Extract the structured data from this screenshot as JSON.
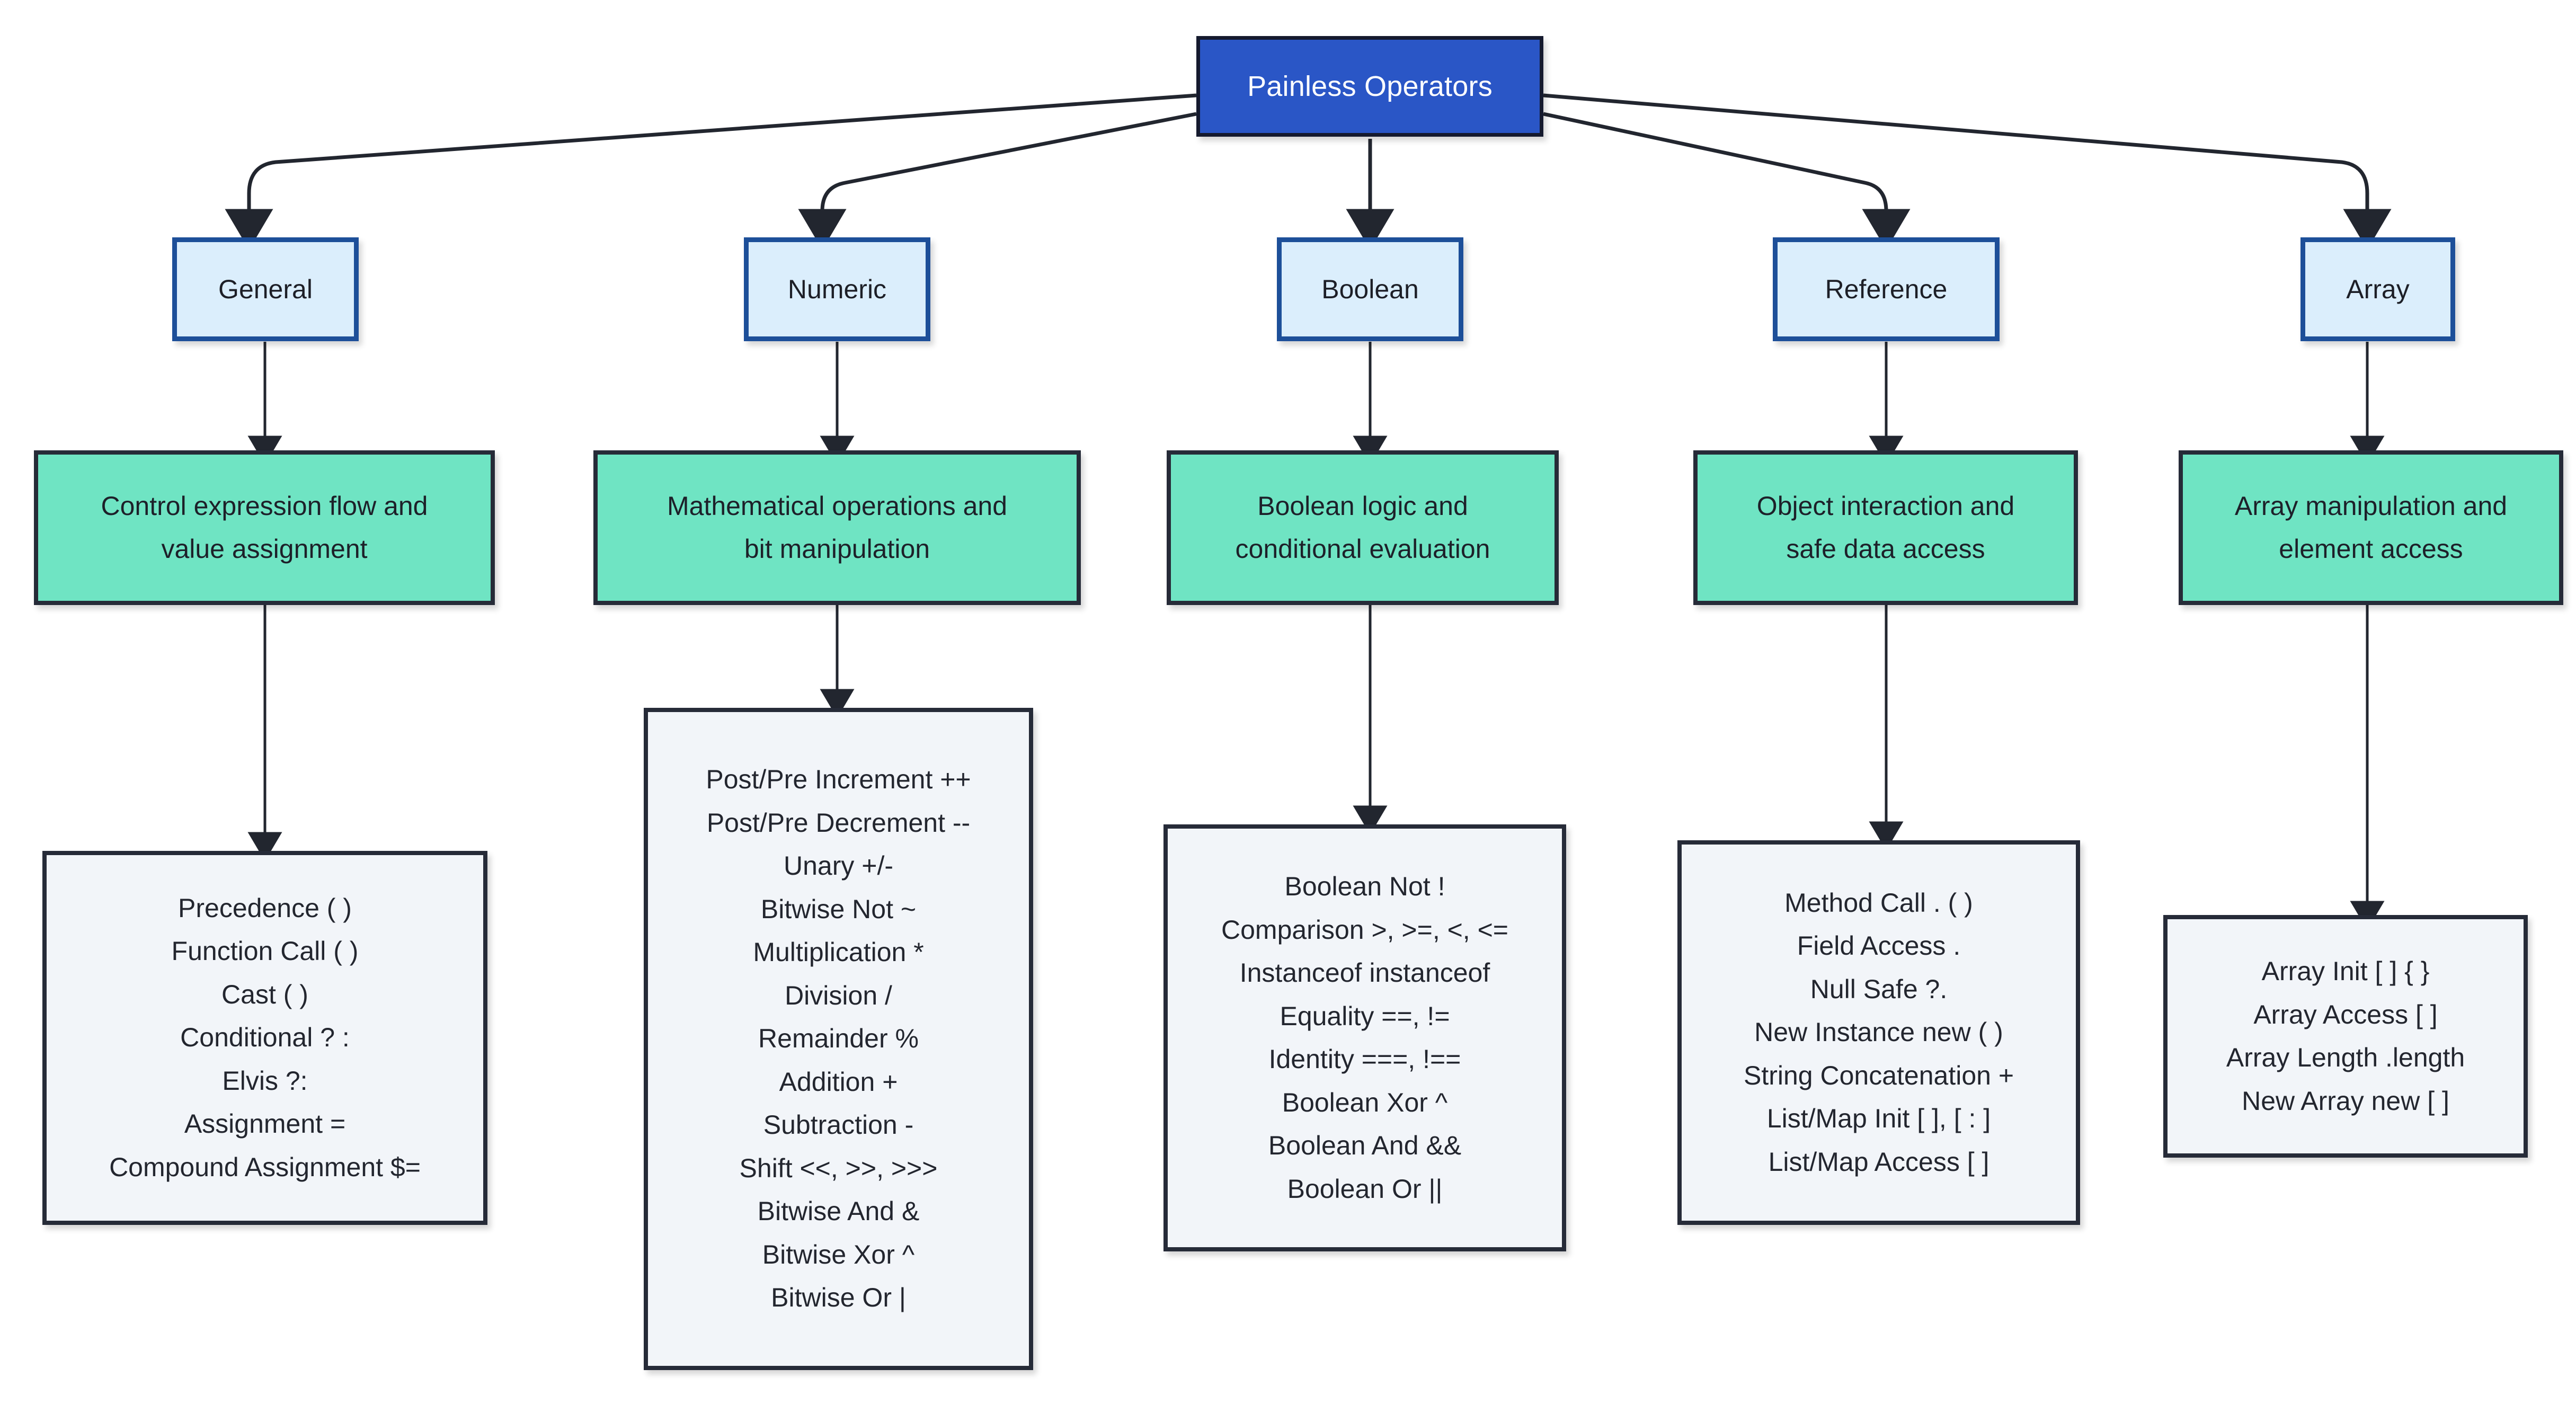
{
  "diagram": {
    "title": "Painless Operators",
    "root": {
      "label": "Painless Operators"
    },
    "colors": {
      "root_fill": "#2a56c6",
      "root_border": "#151a2e",
      "root_text": "#ffffff",
      "category_fill": "#dbeefc",
      "category_border": "#1d4f99",
      "description_fill": "#6fe4c3",
      "description_border": "#262b38",
      "list_fill": "#f2f5f9",
      "list_border": "#262b38",
      "edge": "#22262f",
      "text": "#23262f",
      "background": "#ffffff"
    },
    "branches": [
      {
        "category": "General",
        "description": [
          "Control expression flow and",
          "value assignment"
        ],
        "operators": [
          "Precedence ( )",
          "Function Call ( )",
          "Cast ( )",
          "Conditional ? :",
          "Elvis ?:",
          "Assignment =",
          "Compound Assignment $="
        ]
      },
      {
        "category": "Numeric",
        "description": [
          "Mathematical operations and",
          "bit manipulation"
        ],
        "operators": [
          "Post/Pre Increment ++",
          "Post/Pre Decrement --",
          "Unary +/-",
          "Bitwise Not ~",
          "Multiplication *",
          "Division /",
          "Remainder %",
          "Addition +",
          "Subtraction -",
          "Shift <<, >>, >>>",
          "Bitwise And &",
          "Bitwise Xor ^",
          "Bitwise Or |"
        ]
      },
      {
        "category": "Boolean",
        "description": [
          "Boolean logic and",
          "conditional evaluation"
        ],
        "operators": [
          "Boolean Not !",
          "Comparison >, >=, <, <=",
          "Instanceof instanceof",
          "Equality ==, !=",
          "Identity ===, !==",
          "Boolean Xor ^",
          "Boolean And &&",
          "Boolean Or ||"
        ]
      },
      {
        "category": "Reference",
        "description": [
          "Object interaction and",
          "safe data access"
        ],
        "operators": [
          "Method Call . ( )",
          "Field Access .",
          "Null Safe ?.",
          "New Instance new ( )",
          "String Concatenation +",
          "List/Map Init [ ], [ : ]",
          "List/Map Access [ ]"
        ]
      },
      {
        "category": "Array",
        "description": [
          "Array manipulation and",
          "element access"
        ],
        "operators": [
          "Array Init [ ] { }",
          "Array Access [ ]",
          "Array Length .length",
          "New Array new [ ]"
        ]
      }
    ]
  }
}
